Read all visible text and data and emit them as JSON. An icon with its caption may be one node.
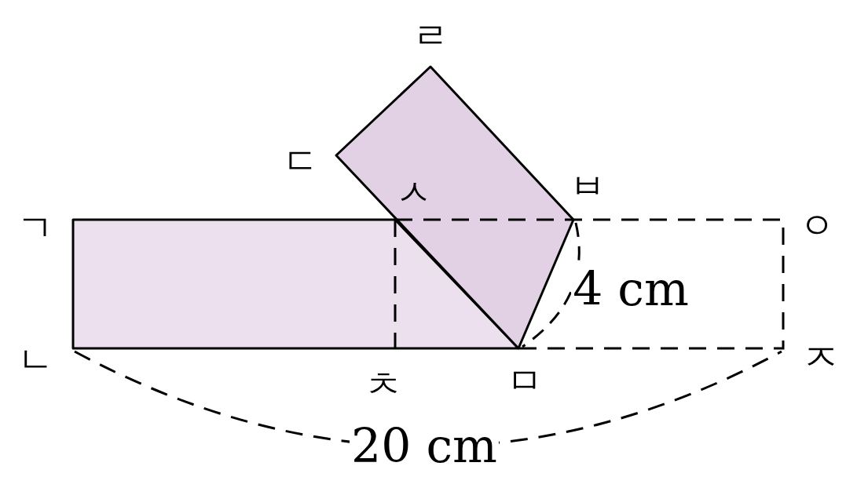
{
  "diagram": {
    "labels": [
      "ㄹ",
      "ㄷ",
      "ㅅ",
      "ㅂ",
      "ㄱ",
      "ㅇ",
      "4 cm",
      "ㄴ",
      "ㅊ",
      "ㅁ",
      "ㅈ",
      "20 cm"
    ]
  }
}
